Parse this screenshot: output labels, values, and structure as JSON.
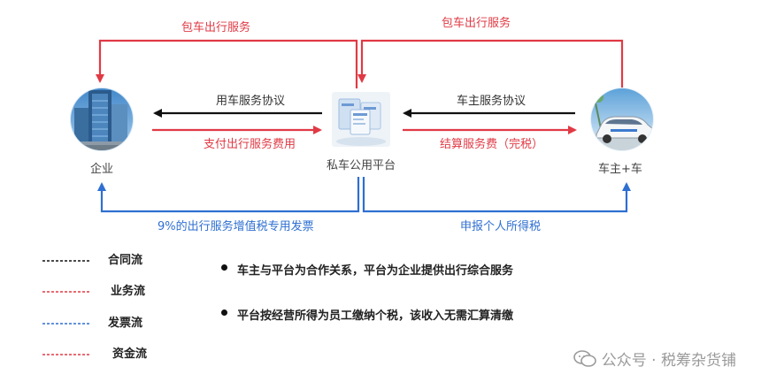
{
  "nodes": {
    "enterprise": {
      "label": "企业"
    },
    "platform": {
      "label": "私车公用平台"
    },
    "owner": {
      "label": "车主+车"
    }
  },
  "edges": {
    "charter_left": {
      "label": "包车出行服务"
    },
    "charter_right": {
      "label": "包车出行服务"
    },
    "usage_agreement": {
      "label": "用车服务协议"
    },
    "pay_fee": {
      "label": "支付出行服务费用"
    },
    "owner_agreement": {
      "label": "车主服务协议"
    },
    "settle_fee": {
      "label": "结算服务费（完税）"
    },
    "vat_invoice": {
      "label": "9%的出行服务增值税专用发票"
    },
    "income_tax": {
      "label": "申报个人所得税"
    }
  },
  "legend": [
    {
      "label": "合同流",
      "color": "#111111"
    },
    {
      "label": "业务流",
      "color": "#e03a45"
    },
    {
      "label": "发票流",
      "color": "#2f6fd1"
    },
    {
      "label": "资金流",
      "color": "#e03a45"
    }
  ],
  "notes": [
    "车主与平台为合作关系，平台为企业提供出行综合服务",
    "平台按经营所得为员工缴纳个税，该收入无需汇算清缴"
  ],
  "watermark": {
    "text": "公众号 · 税筹杂货铺"
  },
  "colors": {
    "red": "#e03a45",
    "black": "#111111",
    "blue": "#2f6fd1"
  }
}
